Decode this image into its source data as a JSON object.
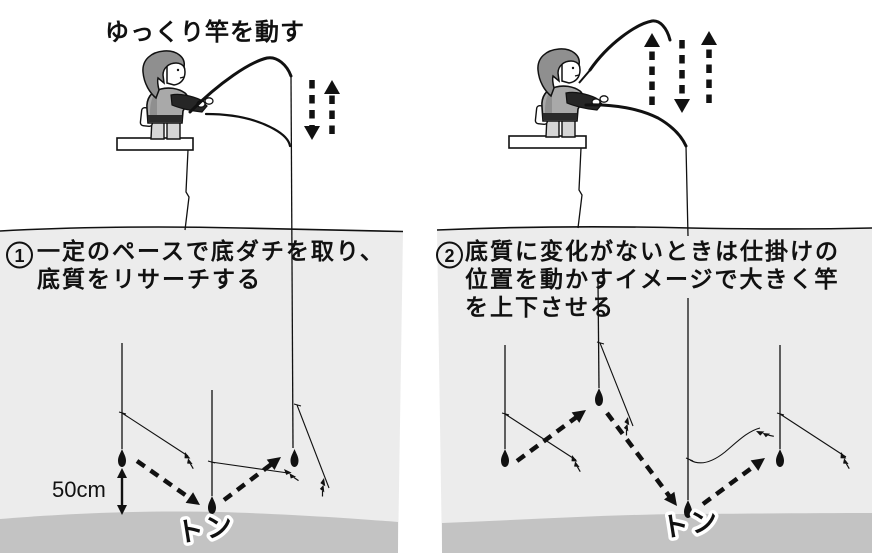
{
  "colors": {
    "water": "#ececec",
    "seafloor": "#c3c3c3",
    "ink": "#111111"
  },
  "panel_left": {
    "number": "1",
    "caption": [
      "一定のペースで底ダチを取り、",
      "底質をリサーチする"
    ],
    "top_label": "ゆっくり竿を動す",
    "depth_label": "50cm",
    "sound_label": "トン"
  },
  "panel_right": {
    "number": "2",
    "caption": [
      "底質に変化がないときは仕掛けの",
      "位置を動かすイメージで大きく竿",
      "を上下させる"
    ],
    "sound_label": "トン"
  }
}
